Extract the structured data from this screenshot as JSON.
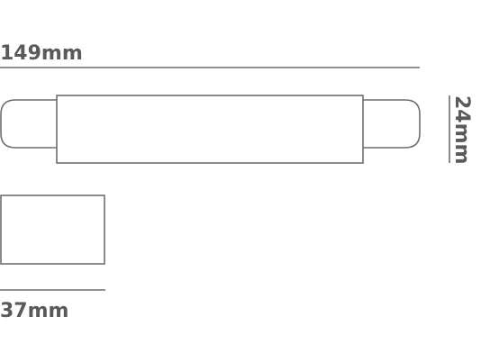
{
  "dimensions": {
    "length_label": "149mm",
    "height_label": "24mm",
    "width_label": "37mm"
  },
  "colors": {
    "line": "#6e6e6e",
    "text": "#5a5a5a",
    "background": "#ffffff"
  }
}
